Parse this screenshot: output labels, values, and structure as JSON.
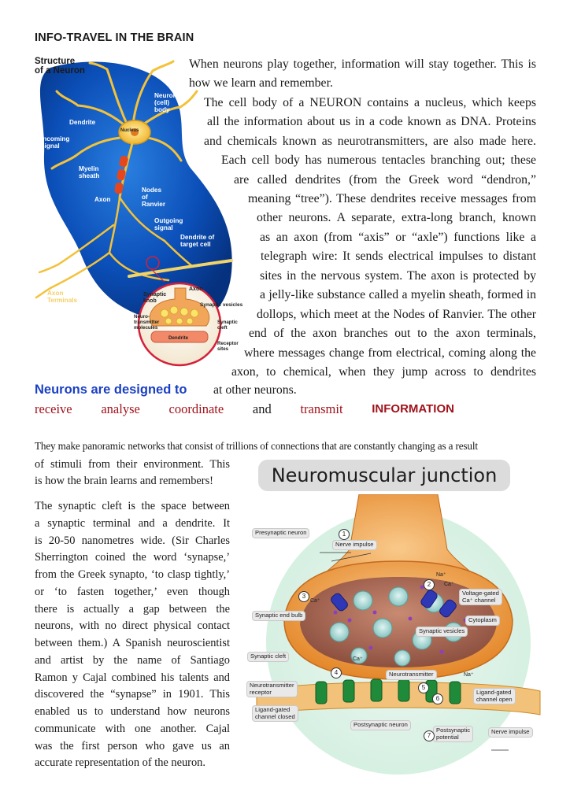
{
  "header": "INFO-TRAVEL IN THE BRAIN",
  "neuron_diagram": {
    "title_line1": "Structure",
    "title_line2": "of a Neuron",
    "labels": {
      "neuron_body": [
        "Neuron",
        "(cell)",
        "body"
      ],
      "nucleus": "Nucleus",
      "dendrite": "Dendrite",
      "incoming": [
        "Incoming",
        "signal"
      ],
      "myelin": [
        "Myelin",
        "sheath"
      ],
      "axon": "Axon",
      "nodes": [
        "Nodes",
        "of",
        "Ranvier"
      ],
      "outgoing": [
        "Outgoing",
        "signal"
      ],
      "dendrite_target": [
        "Dendrite of",
        "target cell"
      ],
      "axon_terminals": [
        "Axon",
        "Terminals"
      ],
      "inset_axon": "Axon",
      "synaptic_knob": [
        "Synaptic",
        "knob"
      ],
      "synaptic_vesicles": "Synaptic vesicles",
      "neurotransmitter_molecules": [
        "Neuro-",
        "transmitter",
        "molecules"
      ],
      "synaptic_cleft": [
        "Synaptic",
        "cleft"
      ],
      "inset_dendrite": "Dendrite",
      "receptor_sites": [
        "Receptor",
        "sites"
      ]
    }
  },
  "intro_lines": [
    "When neurons play together, information will stay together. This is",
    "how we learn and remember.",
    "The cell body of a NEURON contains a nucleus, which keeps",
    "all the information about us in a code known as DNA. Proteins",
    "and chemicals known as neurotransmitters, are also made here.",
    "Each cell body has numerous tentacles branching out; these",
    "are called dendrites (from the Greek word “dendron,”",
    "meaning “tree”). These dendrites receive messages from",
    "other neurons. A separate, extra-long branch, known",
    "as an axon (from “axis” or “axle”) functions like a",
    "telegraph wire: It sends electrical impulses to distant",
    "sites in the nervous system. The axon is protected by",
    "a jelly-like substance called a myelin sheath, formed in",
    "dollops, which meet at the Nodes of Ranvier. The other",
    "end of the axon branches out to the axon terminals,",
    "where messages change from electrical, coming along the",
    "axon, to chemical, when they jump across to dendrites",
    "at other neurons."
  ],
  "designed_heading": "Neurons are designed to",
  "designed_words": {
    "w1": "receive",
    "w2": "analyse",
    "w3": "coordinate",
    "w4": "and",
    "w5": "transmit",
    "w6": "INFORMATION"
  },
  "wide_line": "They make panoramic networks that consist of trillions of connections that are constantly changing as a result",
  "left_col_lines": [
    "of stimuli from their environment. This",
    "is how the brain learns and remembers!",
    "",
    "The synaptic cleft is the space between",
    "a synaptic terminal and a dendrite. It",
    "is 20-50 nanometres wide. (Sir Charles",
    "Sherrington coined the word ‘synapse,’",
    "from the Greek synapto, ‘to clasp tightly,’",
    "or ‘to fasten together,’ even though",
    "there is actually a gap between the",
    "neurons, with no direct physical contact",
    "between them.) A Spanish neuroscientist",
    "and artist by the name of Santiago",
    "Ramon y Cajal combined his talents and",
    "discovered the “synapse” in 1901. This",
    "enabled us to understand how neurons",
    "communicate with one another. Cajal",
    "was the first person who gave us an",
    "accurate representation of the neuron."
  ],
  "nmj": {
    "title": "Neuromuscular junction",
    "presynaptic_neuron": "Presynaptic neuron",
    "nerve_impulse": "Nerve impulse",
    "voltage_gated_1": "Voltage-gated",
    "voltage_gated_2": "Ca⁺ channel",
    "synaptic_end_bulb": "Synaptic end bulb",
    "cytoplasm": "Cytoplasm",
    "synaptic_vesicles": "Synaptic vesicles",
    "synaptic_cleft": "Synaptic cleft",
    "neurotransmitter": "Neurotransmitter",
    "nt_receptor_1": "Neurotransmitter",
    "nt_receptor_2": "receptor",
    "na": "Na⁺",
    "ca": "Ca⁺",
    "ligand_open_1": "Ligand-gated",
    "ligand_open_2": "channel open",
    "ligand_closed_1": "Ligand-gated",
    "ligand_closed_2": "channel closed",
    "postsynaptic_neuron": "Postsynaptic neuron",
    "postsynaptic_potential_1": "Postsynaptic",
    "postsynaptic_potential_2": "potential",
    "nerve_impulse_out": "Nerve impulse",
    "steps": [
      "1",
      "2",
      "3",
      "4",
      "5",
      "6",
      "7"
    ]
  }
}
